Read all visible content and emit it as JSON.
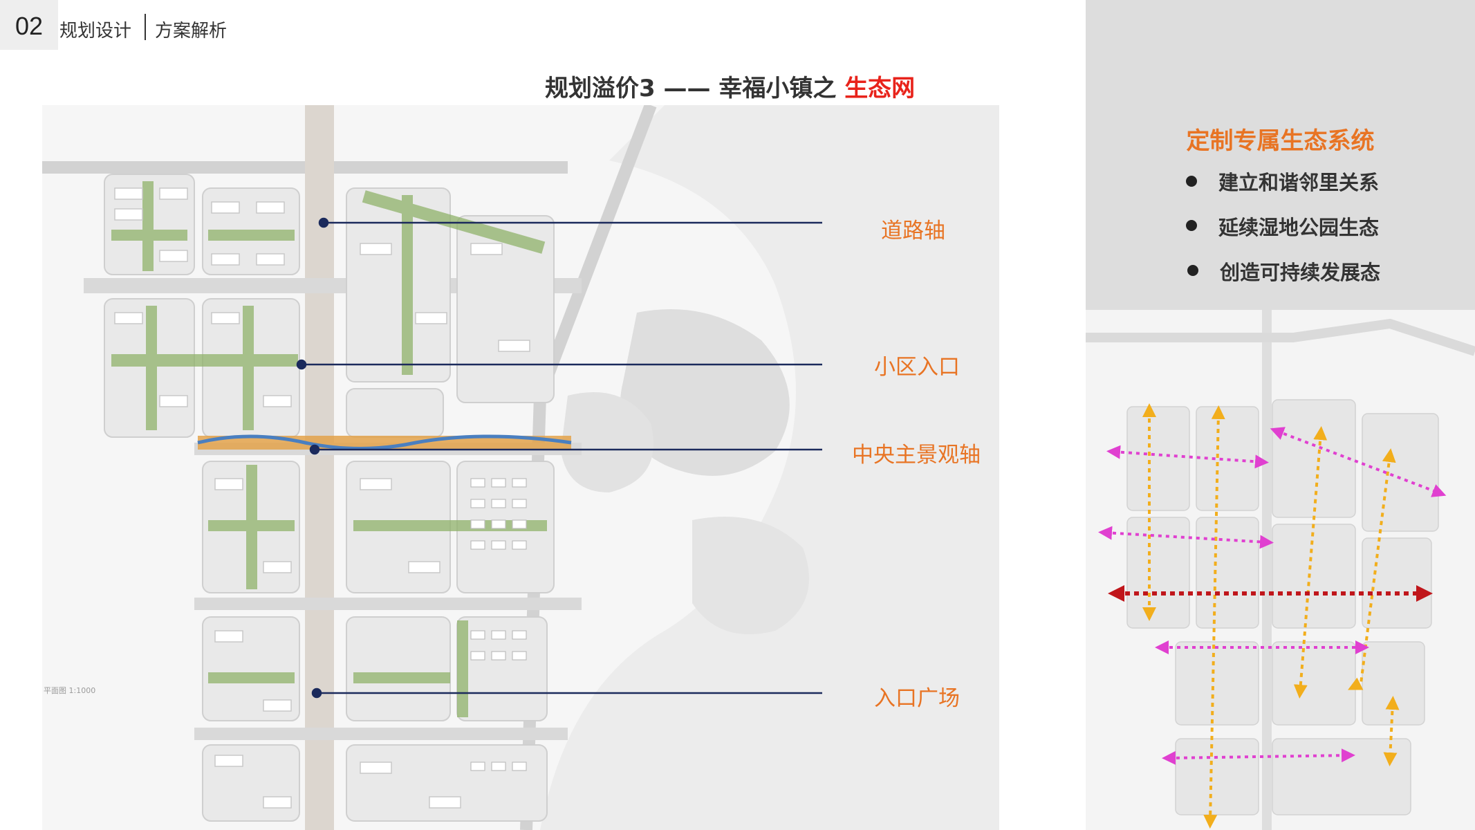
{
  "header": {
    "section_number": "02",
    "section_title": "规划设计",
    "subsection_title": "方案解析"
  },
  "title": {
    "main": "规划溢价3 —— 幸福小镇之",
    "highlight": "生态网"
  },
  "callouts": [
    {
      "label": "道路轴"
    },
    {
      "label": "小区入口"
    },
    {
      "label": "中央主景观轴"
    },
    {
      "label": "入口广场"
    }
  ],
  "side_panel": {
    "title": "定制专属生态系统",
    "items": [
      "建立和谐邻里关系",
      "延续湿地公园生态",
      "创造可持续发展态"
    ]
  },
  "colors": {
    "accent_orange": "#e87424",
    "title_red": "#e8231b",
    "leader_line": "#1b2a5c",
    "arrow_yellow": "#f2ae1c",
    "arrow_magenta": "#e040d0",
    "arrow_red": "#c0161b"
  },
  "map_labels": {
    "scale_note": "平面图 1:1000"
  }
}
